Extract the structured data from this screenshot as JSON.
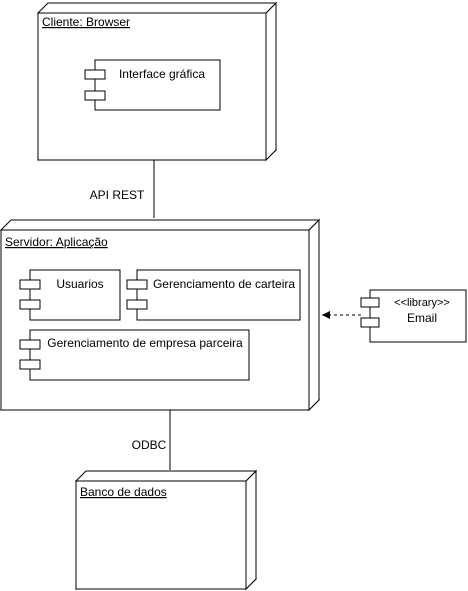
{
  "nodes": {
    "client": {
      "title": "Cliente: Browser"
    },
    "server": {
      "title": "Servidor: Aplicação"
    },
    "database": {
      "title": "Banco de dados"
    }
  },
  "components": {
    "interface": {
      "label": "Interface gráfica"
    },
    "usuarios": {
      "label": "Usuarios"
    },
    "carteira": {
      "label": "Gerenciamento de carteira"
    },
    "empresa": {
      "label": "Gerenciamento de empresa parceira"
    },
    "email": {
      "stereotype": "<<library>>",
      "label": "Email"
    }
  },
  "connections": {
    "client_server": {
      "label": "API REST"
    },
    "server_db": {
      "label": "ODBC"
    }
  }
}
